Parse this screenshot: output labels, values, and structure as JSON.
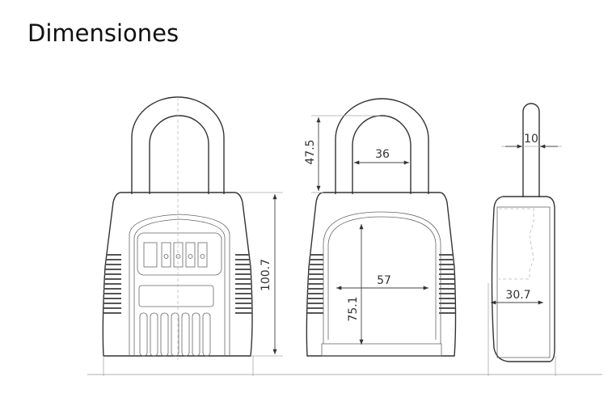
{
  "title": "Dimensiones",
  "dimensions": {
    "body_height": "100.7",
    "shackle_clearance": "47.5",
    "shackle_inner_width": "36",
    "compartment_width": "57",
    "compartment_height": "75.1",
    "shackle_diameter": "10",
    "body_depth": "30.7"
  }
}
